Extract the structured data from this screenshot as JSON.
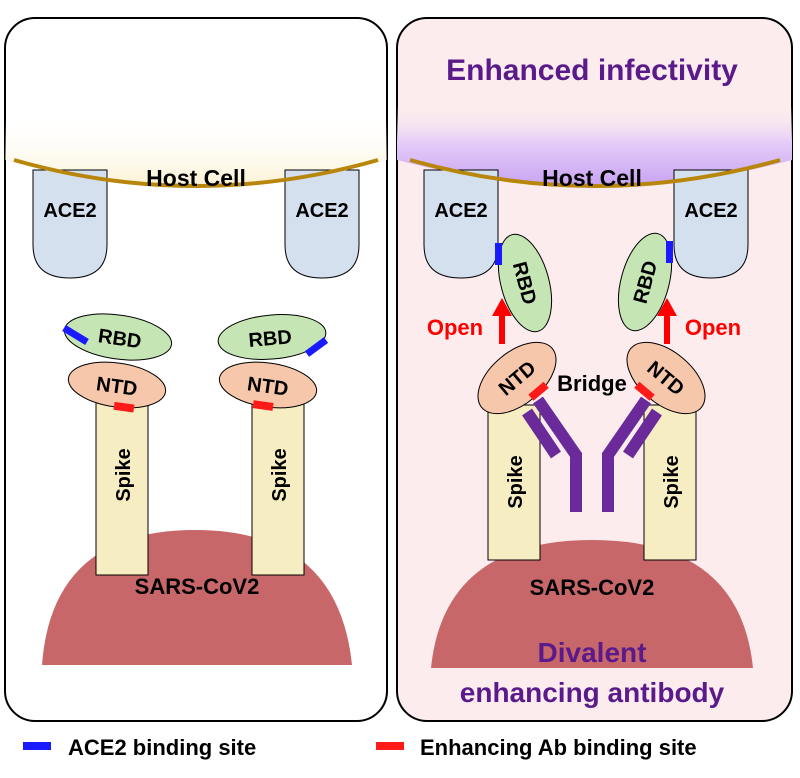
{
  "left_panel": {
    "host_cell": "Host Cell",
    "ace2_left": "ACE2",
    "ace2_right": "ACE2",
    "rbd_left": "RBD",
    "rbd_right": "RBD",
    "ntd_left": "NTD",
    "ntd_right": "NTD",
    "spike_left": "Spike",
    "spike_right": "Spike",
    "virus": "SARS-CoV2"
  },
  "right_panel": {
    "title": "Enhanced infectivity",
    "host_cell": "Host Cell",
    "ace2_left": "ACE2",
    "ace2_right": "ACE2",
    "rbd_left": "RBD",
    "rbd_right": "RBD",
    "ntd_left": "NTD",
    "ntd_right": "NTD",
    "open_left": "Open",
    "open_right": "Open",
    "bridge": "Bridge",
    "spike_left": "Spike",
    "spike_right": "Spike",
    "virus": "SARS-CoV2",
    "caption_line1": "Divalent",
    "caption_line2": "enhancing antibody"
  },
  "legend": {
    "ace2_site": "ACE2 binding site",
    "enhancing_site": "Enhancing Ab binding site"
  },
  "colors": {
    "ace2_site": "#1a1aff",
    "enhancing_site": "#ff1a1a",
    "title": "#5a1a8a",
    "antibody": "#6a2a9a",
    "open_arrow": "#ff0000",
    "virus": "#c8676a",
    "spike": "#f7edc2",
    "ntd": "#f6c7aa",
    "rbd": "#c6e5b4",
    "ace2": "#d5e0ef",
    "membrane": "#b8860b",
    "right_panel_bg": "#fcecee",
    "host_glow": "#c9a6f0"
  }
}
